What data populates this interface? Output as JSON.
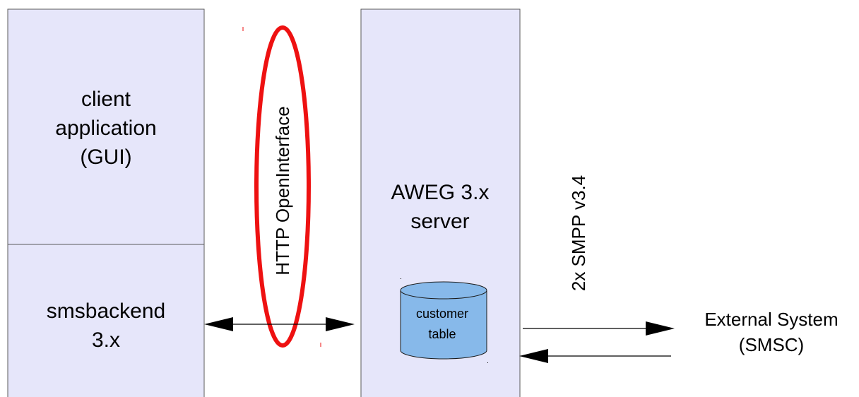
{
  "diagram": {
    "client_app": {
      "line1": "client",
      "line2": "application",
      "line3": "(GUI)"
    },
    "smsbackend": {
      "line1": "smsbackend",
      "line2": "3.x"
    },
    "http_label": "HTTP OpenInterface",
    "aweg": {
      "line1": "AWEG 3.x",
      "line2": "server"
    },
    "customer_table": {
      "line1": "customer",
      "line2": "table"
    },
    "smpp_label": "2x SMPP v3.4",
    "external": {
      "line1": "External System",
      "line2": "(SMSC)"
    },
    "colors": {
      "box_fill": "#e6e6fa",
      "box_stroke": "#5a5a5a",
      "cylinder_fill": "#87b9ea",
      "ellipse_stroke": "#ee1111"
    }
  }
}
